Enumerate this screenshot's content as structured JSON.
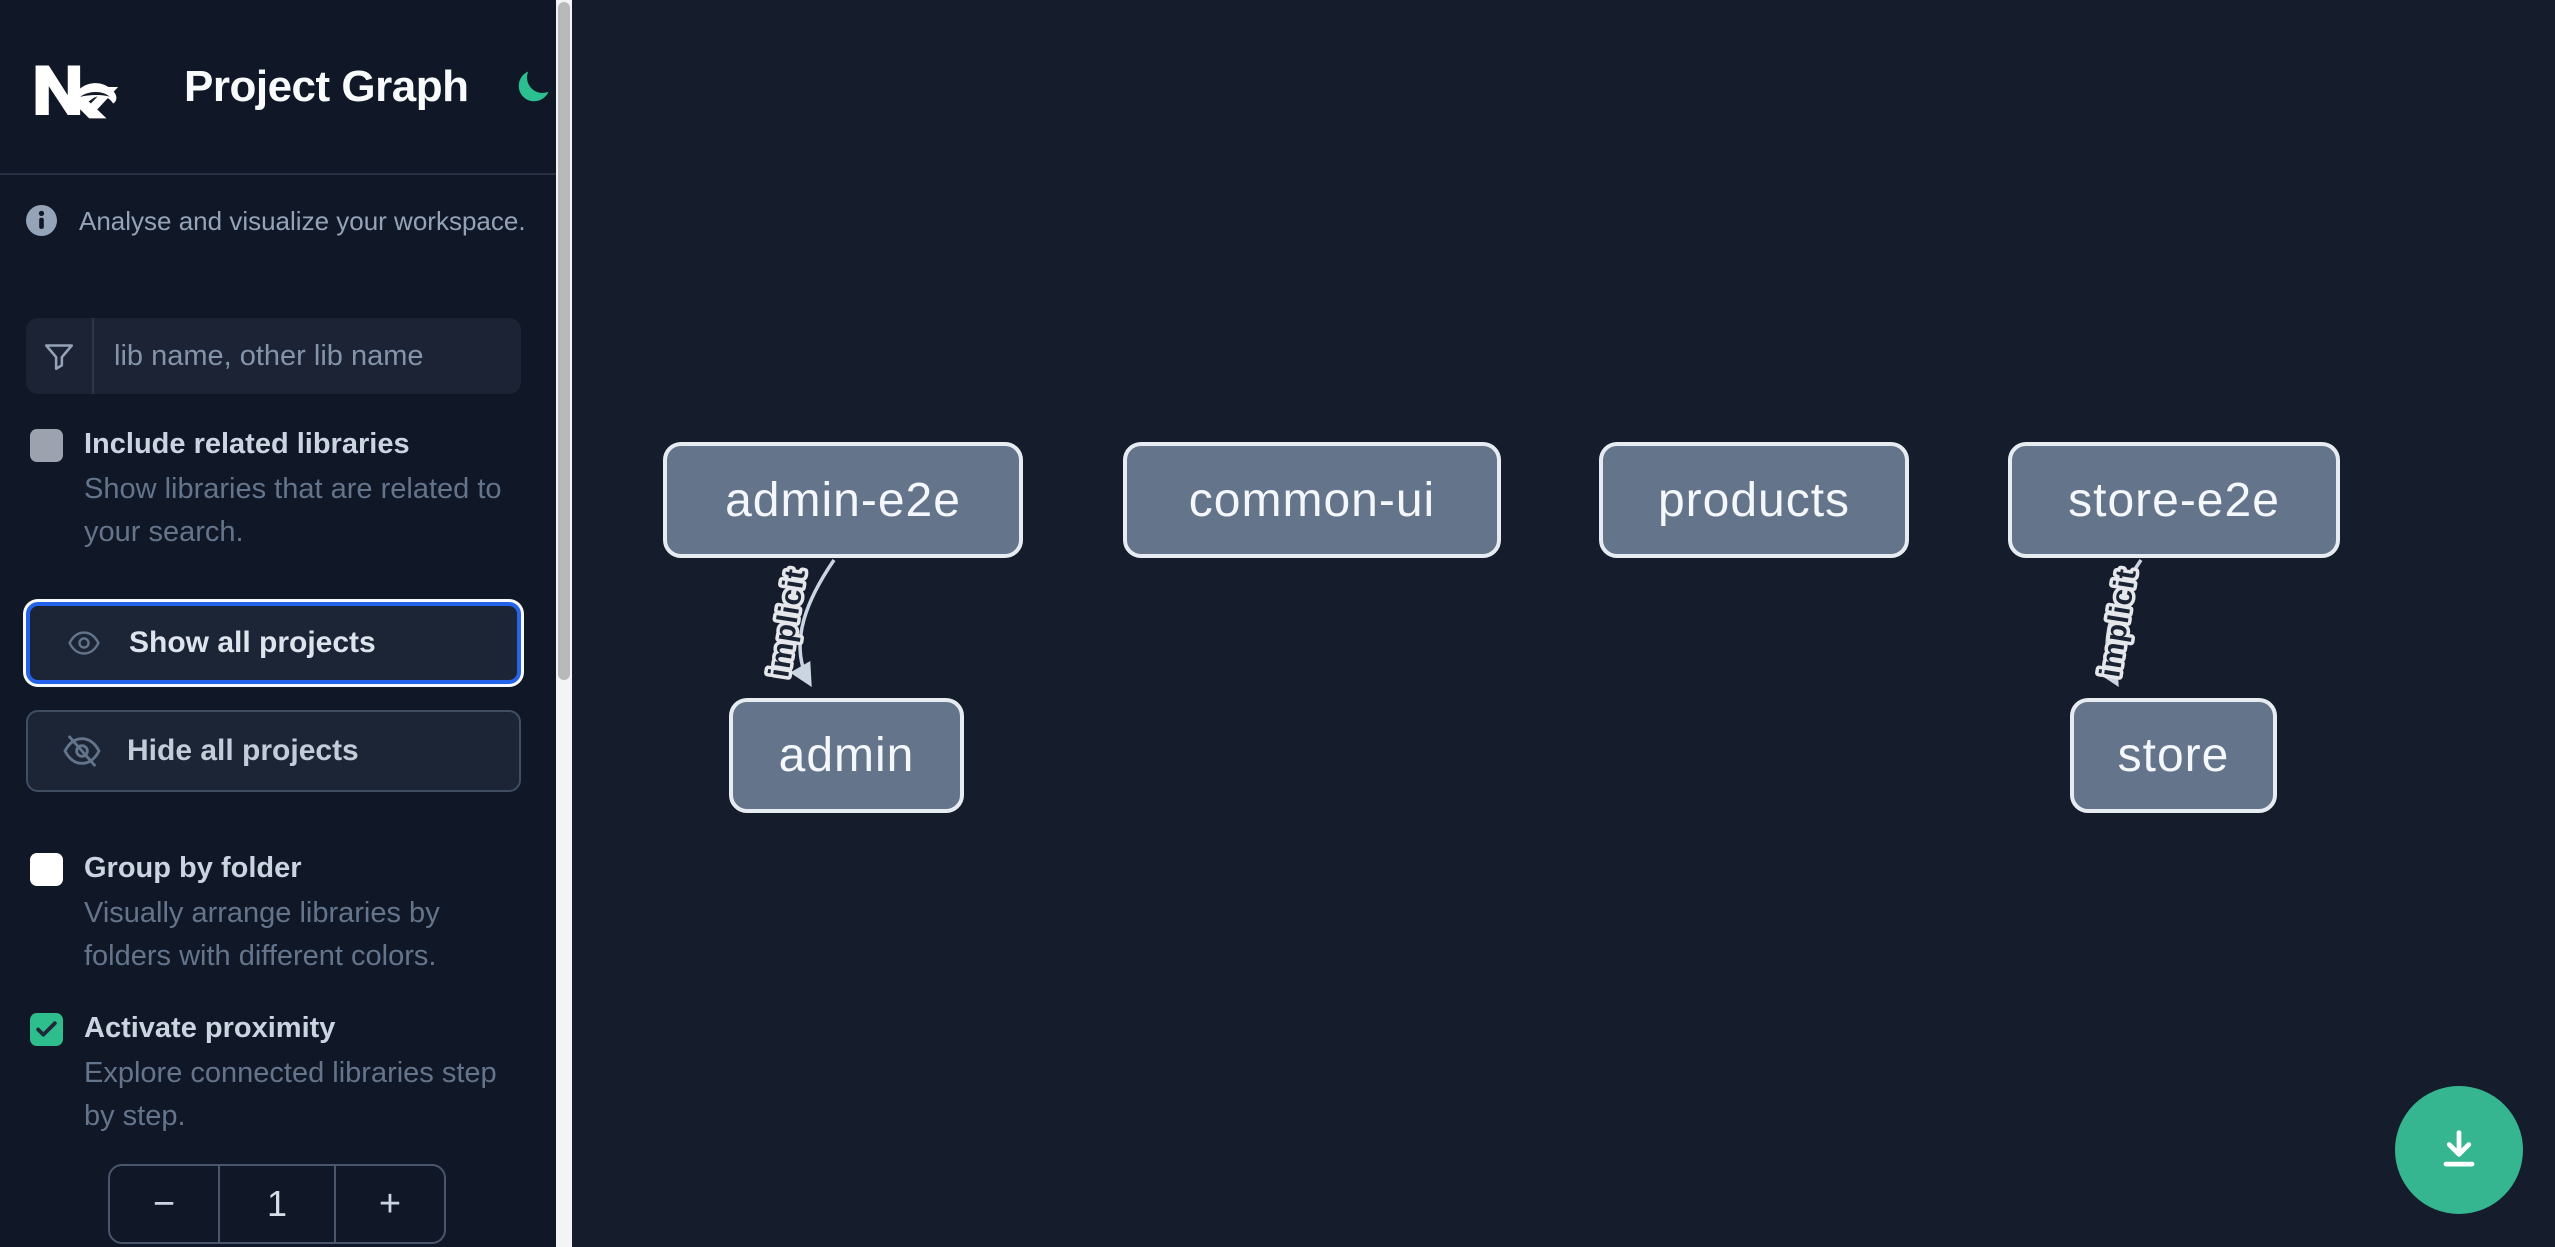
{
  "header": {
    "logo_text": "Nx",
    "title": "Project Graph"
  },
  "info_banner": {
    "text": "Analyse and visualize your workspace."
  },
  "search": {
    "placeholder": "lib name, other lib name",
    "value": ""
  },
  "checkboxes": {
    "include_related": {
      "label": "Include related libraries",
      "description": "Show libraries that are related to your search.",
      "checked": false
    },
    "group_by_folder": {
      "label": "Group by folder",
      "description": "Visually arrange libraries by folders with different colors.",
      "checked": false
    },
    "activate_proximity": {
      "label": "Activate proximity",
      "description": "Explore connected libraries step by step.",
      "checked": true
    }
  },
  "actions": {
    "show_all": "Show all projects",
    "hide_all": "Hide all projects"
  },
  "proximity_stepper": {
    "decrement": "−",
    "value": "1",
    "increment": "+"
  },
  "graph": {
    "nodes": [
      {
        "id": "admin-e2e",
        "label": "admin-e2e"
      },
      {
        "id": "common-ui",
        "label": "common-ui"
      },
      {
        "id": "products",
        "label": "products"
      },
      {
        "id": "store-e2e",
        "label": "store-e2e"
      },
      {
        "id": "admin",
        "label": "admin"
      },
      {
        "id": "store",
        "label": "store"
      }
    ],
    "edges": [
      {
        "source": "admin-e2e",
        "target": "admin",
        "type": "implicit",
        "label": "implicit"
      },
      {
        "source": "store-e2e",
        "target": "store",
        "type": "implicit",
        "label": "implicit"
      }
    ]
  },
  "fab": {
    "action": "download-graph-image"
  },
  "colors": {
    "accent_green": "#2ebe8e",
    "focus_blue": "#2563eb",
    "node_fill": "#64748b",
    "sidebar_bg": "#101828",
    "canvas_bg": "#151c2b"
  }
}
